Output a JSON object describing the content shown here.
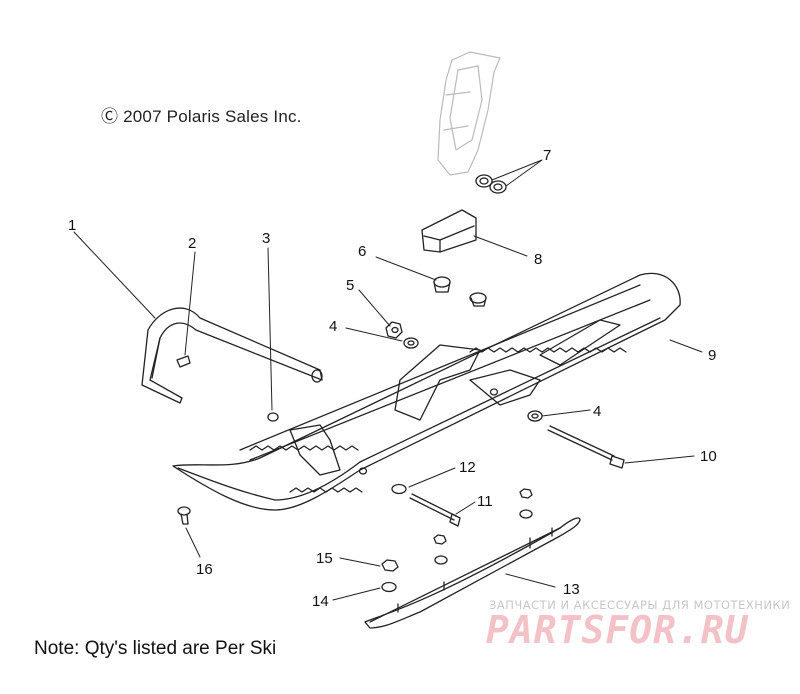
{
  "copyright": "Ⓒ 2007 Polaris Sales Inc.",
  "note": "Note: Qty's listed are Per Ski",
  "watermark": {
    "tagline": "ЗАПЧАСТИ И АКСЕССУАРЫ ДЛЯ МОТОТЕХНИКИ",
    "logo": "PARTSFOR.RU"
  },
  "callouts": [
    "1",
    "2",
    "3",
    "4",
    "4",
    "5",
    "6",
    "7",
    "8",
    "9",
    "10",
    "11",
    "12",
    "13",
    "14",
    "15",
    "16"
  ]
}
